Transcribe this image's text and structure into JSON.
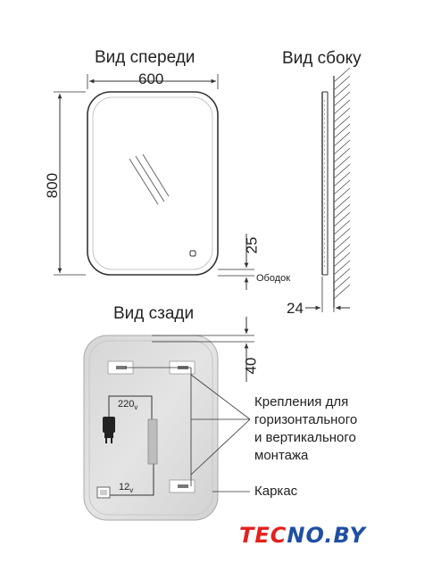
{
  "views": {
    "front_title": "Вид спереди",
    "side_title": "Вид сбоку",
    "back_title": "Вид сзади"
  },
  "dimensions": {
    "width": "600",
    "height": "800",
    "rim_offset": "25",
    "depth": "24",
    "mount_offset": "40"
  },
  "labels": {
    "rim": "Ободок",
    "voltage_high": "220",
    "voltage_high_unit": "v",
    "voltage_low": "12",
    "voltage_low_unit": "v",
    "mounts_line1": "Крепления для",
    "mounts_line2": "горизонтального",
    "mounts_line3": "и вертикального",
    "mounts_line4": "монтажа",
    "frame": "Каркас"
  },
  "logo": {
    "part_red": "TEC",
    "part_blue": "NO.BY"
  },
  "colors": {
    "line": "#333333",
    "logo_red": "#e2211c",
    "logo_blue": "#1f4fa3"
  }
}
